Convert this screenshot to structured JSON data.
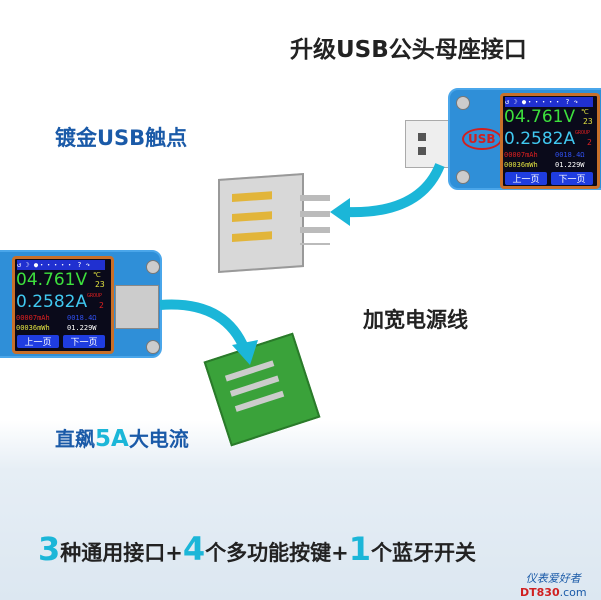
{
  "headings": {
    "upgrade": "升级USB公头母座接口",
    "gold": "镀金USB触点",
    "wide": "加宽电源线",
    "current_pre": "直飙",
    "current_hl": "5A",
    "current_post": "大电流"
  },
  "bottom": {
    "n1": "3",
    "t1": "种通用接口+",
    "n2": "4",
    "t2": "个多功能按键+",
    "n3": "1",
    "t3": "个蓝牙开关"
  },
  "watermark": {
    "cn": "仪表爱好者",
    "site_red": "DT830",
    "site_blue": ".com"
  },
  "screen": {
    "icons": "↺ ☽ ●・・・・・ ? ↷",
    "voltage": "04.761V",
    "temp_unit": "℃",
    "temp": "23",
    "current": "0.2582A",
    "group_label": "GROUP",
    "group": "2",
    "mah": "00007mAh",
    "ohm": "0018.4Ω",
    "mwh": "00036mWh",
    "watt": "01.229W",
    "prev": "上一页",
    "next": "下一页"
  },
  "device_logo": "USB",
  "colors": {
    "title_blue": "#1a5aa8",
    "accent_cyan": "#1bb6d8",
    "device_blue": "#2f8fd8",
    "connector_green": "#3aa23a"
  }
}
